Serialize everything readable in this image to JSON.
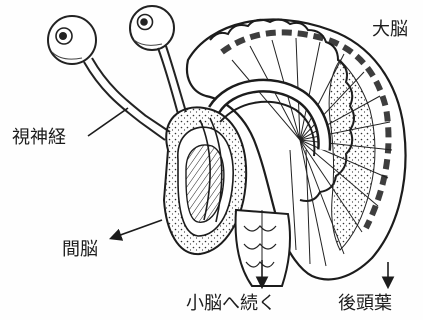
{
  "labels": {
    "cerebrum": "大脳",
    "optic_nerve": "視神経",
    "diencephalon": "間脳",
    "to_cerebellum": "小脳へ続く",
    "occipital_lobe": "後頭葉"
  },
  "colors": {
    "ink": "#1c1c1c",
    "background": "#fefefe"
  }
}
